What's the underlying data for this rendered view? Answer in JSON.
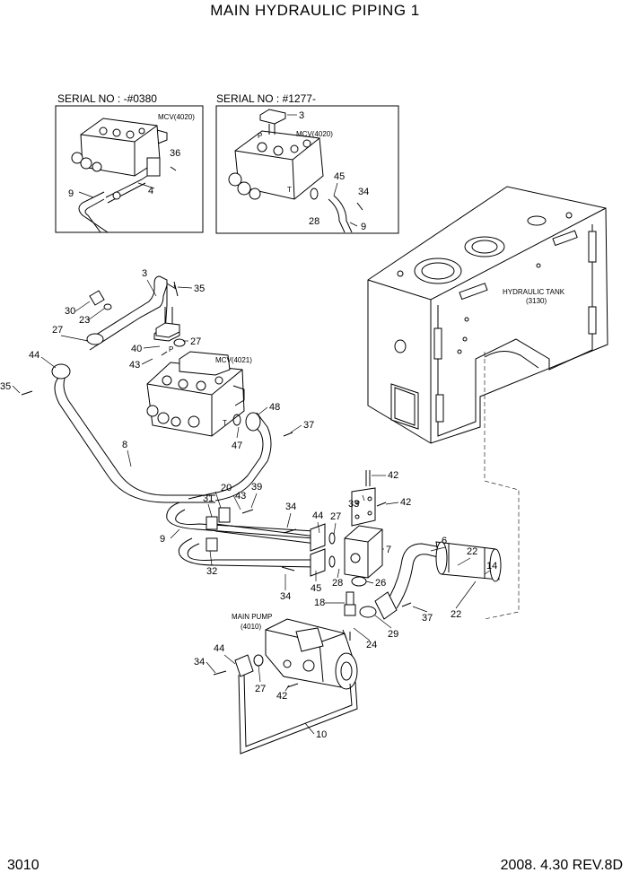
{
  "title": "MAIN HYDRAULIC PIPING 1",
  "page_number": "3010",
  "revision": "2008. 4.30  REV.8D",
  "insets": [
    {
      "serial": "SERIAL NO : -#0380",
      "mcv_label": "MCV(4020)"
    },
    {
      "serial": "SERIAL NO : #1277-",
      "mcv_label": "MCV(4020)"
    }
  ],
  "components": {
    "mcv_main": "MCV(4021)",
    "hydraulic_tank": "HYDRAULIC TANK",
    "hydraulic_tank_code": "(3130)",
    "main_pump": "MAIN PUMP",
    "main_pump_code": "(4010)"
  },
  "port_labels": {
    "p": "P",
    "t": "T"
  },
  "callouts": {
    "inset1": [
      "36",
      "4",
      "9"
    ],
    "inset2": [
      "3",
      "45",
      "34",
      "28",
      "9"
    ],
    "main": [
      "3",
      "35",
      "30",
      "23",
      "27",
      "40",
      "27",
      "43",
      "44",
      "35",
      "48",
      "37",
      "47",
      "8",
      "20",
      "43",
      "39",
      "31",
      "34",
      "44",
      "27",
      "33",
      "42",
      "42",
      "9",
      "7",
      "6",
      "22",
      "14",
      "32",
      "34",
      "45",
      "28",
      "26",
      "18",
      "37",
      "22",
      "29",
      "24",
      "44",
      "34",
      "27",
      "42",
      "10"
    ]
  }
}
